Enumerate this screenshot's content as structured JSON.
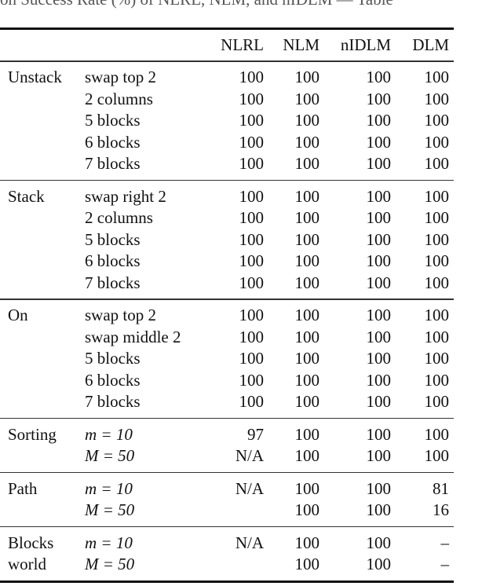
{
  "caption_fragment": "on Success Rate (%) of NLRL, NLM, and nIDLM — Table",
  "columns": [
    "NLRL",
    "NLM",
    "nIDLM",
    "DLM"
  ],
  "groups": [
    {
      "name": [
        "Unstack"
      ],
      "rows": [
        {
          "task": "swap top 2",
          "values": [
            "100",
            "100",
            "100",
            "100"
          ]
        },
        {
          "task": "2 columns",
          "values": [
            "100",
            "100",
            "100",
            "100"
          ]
        },
        {
          "task": "5 blocks",
          "values": [
            "100",
            "100",
            "100",
            "100"
          ]
        },
        {
          "task": "6 blocks",
          "values": [
            "100",
            "100",
            "100",
            "100"
          ]
        },
        {
          "task": "7 blocks",
          "values": [
            "100",
            "100",
            "100",
            "100"
          ]
        }
      ]
    },
    {
      "name": [
        "Stack"
      ],
      "rows": [
        {
          "task": "swap right 2",
          "values": [
            "100",
            "100",
            "100",
            "100"
          ]
        },
        {
          "task": "2 columns",
          "values": [
            "100",
            "100",
            "100",
            "100"
          ]
        },
        {
          "task": "5 blocks",
          "values": [
            "100",
            "100",
            "100",
            "100"
          ]
        },
        {
          "task": "6 blocks",
          "values": [
            "100",
            "100",
            "100",
            "100"
          ]
        },
        {
          "task": "7 blocks",
          "values": [
            "100",
            "100",
            "100",
            "100"
          ]
        }
      ]
    },
    {
      "name": [
        "On"
      ],
      "rows": [
        {
          "task": "swap top 2",
          "values": [
            "100",
            "100",
            "100",
            "100"
          ]
        },
        {
          "task": "swap middle 2",
          "values": [
            "100",
            "100",
            "100",
            "100"
          ]
        },
        {
          "task": "5 blocks",
          "values": [
            "100",
            "100",
            "100",
            "100"
          ]
        },
        {
          "task": "6 blocks",
          "values": [
            "100",
            "100",
            "100",
            "100"
          ]
        },
        {
          "task": "7 blocks",
          "values": [
            "100",
            "100",
            "100",
            "100"
          ]
        }
      ]
    },
    {
      "name": [
        "Sorting"
      ],
      "rows": [
        {
          "task": "m = 10",
          "math": true,
          "values": [
            "97",
            "100",
            "100",
            "100"
          ]
        },
        {
          "task": "M = 50",
          "math": true,
          "values": [
            "N/A",
            "100",
            "100",
            "100"
          ]
        }
      ]
    },
    {
      "name": [
        "Path"
      ],
      "rows": [
        {
          "task": "m = 10",
          "math": true,
          "values": [
            "N/A",
            "100",
            "100",
            "81"
          ]
        },
        {
          "task": "M = 50",
          "math": true,
          "values": [
            "",
            "100",
            "100",
            "16"
          ]
        }
      ]
    },
    {
      "name": [
        "Blocks",
        "world"
      ],
      "rows": [
        {
          "task": "m = 10",
          "math": true,
          "values": [
            "N/A",
            "100",
            "100",
            "–"
          ]
        },
        {
          "task": "M = 50",
          "math": true,
          "values": [
            "",
            "100",
            "100",
            "–"
          ]
        }
      ]
    }
  ]
}
